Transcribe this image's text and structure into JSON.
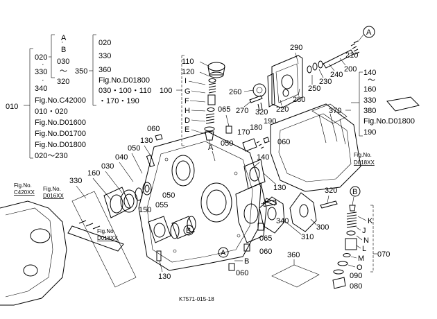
{
  "labels": {
    "n010": "010",
    "g1_l1": "020",
    "g1_l2": "330",
    "g1_l3": "340",
    "g1_l4": "Fig.No.C42000",
    "g1_l5": "010・020",
    "g1_l6": "Fig.No.D01600",
    "g1_l7": "Fig.No.D01700",
    "g1_l8": "Fig.No.D01800",
    "g1_l9": "020〜230",
    "g1_a": "A",
    "g1_b": "B",
    "g1_030": "030",
    "g1_tilde": "〜",
    "g1_320": "320",
    "n350": "350",
    "g2_l1": "020",
    "g2_l2": "330",
    "g2_l3": "360",
    "g2_l4": "Fig.No.D01800",
    "g2_l5": "030・100・110",
    "g2_l6": "・170・190",
    "n100": "100",
    "n110": "110",
    "n120": "120",
    "lI": "I",
    "lG": "G",
    "lF": "F",
    "lH": "H",
    "lD": "D",
    "lE": "E",
    "n065a": "065",
    "n060a": "060",
    "n130a": "130",
    "n050a": "050",
    "n040": "040",
    "n030": "030",
    "n160": "160",
    "n330": "330",
    "fig_c420": "Fig.No.",
    "fig_c420b": "C420XX",
    "fig_d016": "Fig.No.",
    "fig_d016b": "D016XX",
    "n150": "150",
    "n055": "055",
    "n050b": "050",
    "n050c": "050",
    "bubB1": "B",
    "fig_d018a": "Fig.No.",
    "fig_d018ab": "D018XX",
    "n130b": "130",
    "n290": "290",
    "n260": "260",
    "n270": "270",
    "n320a": "320",
    "n220": "220",
    "n280": "280",
    "n250": "250",
    "n230": "230",
    "n240": "240",
    "n200": "200",
    "n210": "210",
    "bubA1": "A",
    "n370": "370",
    "g3_l1": "140",
    "g3_tilde": "〜",
    "g3_l2": "160",
    "g3_l3": "330",
    "g3_l4": "380",
    "g3_l5": "Fig.No.D01800",
    "g3_l6": "190",
    "n170": "170",
    "n180": "180",
    "n190": "190",
    "lA": "A",
    "n140": "140",
    "n130c": "130",
    "fig_d018b": "Fig.No.",
    "fig_d018bb": "D018XX",
    "n320b": "320",
    "bubB2": "B",
    "lK": "K",
    "lJ": "J",
    "lN": "N",
    "lL": "L",
    "lM": "M",
    "lO": "O",
    "n070": "070",
    "n090": "090",
    "n080": "080",
    "n340": "340",
    "n300": "300",
    "n310": "310",
    "n065b": "065",
    "n060b": "060",
    "lB": "B",
    "n060c": "060",
    "bubA2": "A",
    "n360": "360",
    "code": "K7571-015-18"
  }
}
